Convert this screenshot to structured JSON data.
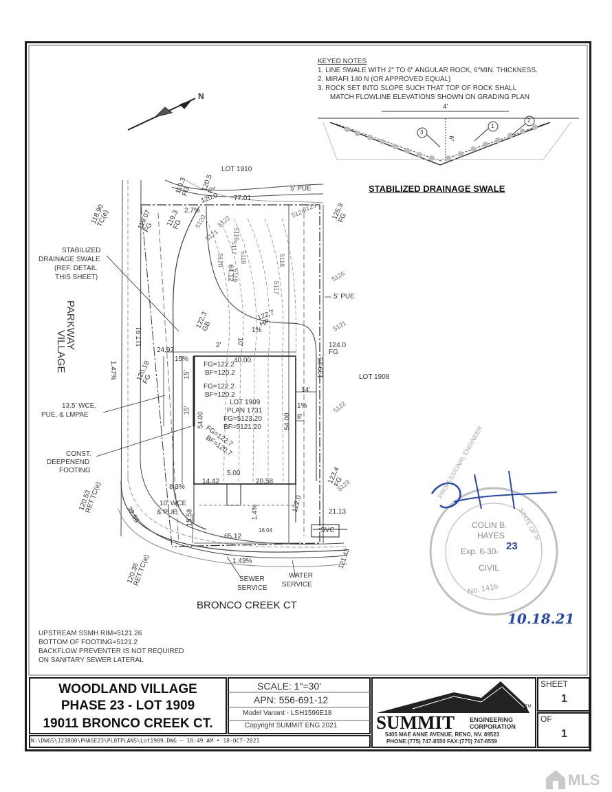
{
  "keyed_notes": {
    "heading": "KEYED NOTES",
    "items": [
      "1.  LINE SWALE WITH 2\" TO 6\" ANGULAR ROCK, 6\"MIN. THICKNESS.",
      "2.  MIRAFI 140 N (OR APPROVED EQUAL)",
      "3.  ROCK SET INTO SLOPE SUCH THAT TOP OF ROCK SHALL",
      "     MATCH FLOWLINE ELEVATIONS SHOWN ON GRADING PLAN"
    ],
    "width_label": "4'",
    "depth_label": "6\"",
    "callouts": [
      "1",
      "2",
      "3"
    ]
  },
  "detail_title": "STABILIZED DRAINAGE SWALE",
  "north_label": "N",
  "plan": {
    "lot_1910": "LOT 1910",
    "lot_1908": "LOT 1908",
    "street_left": "VILLAGE\nPARKWAY",
    "street_left_l1": "VILLAGE",
    "street_left_l2": "PARKWAY",
    "street_bottom": "BRONCO CREEK CT",
    "lot_label": "LOT 1909",
    "plan_label": "PLAN  1731",
    "fg_label": "FG=5123.20",
    "bf_label": "BF=5121.20",
    "swale_note": [
      "STABILIZED",
      "DRAINAGE SWALE",
      "(REF. DETAIL",
      "THIS SHEET)"
    ],
    "wce_note": [
      "13.5' WCE,",
      "PUE, & LMPAE"
    ],
    "footing_note": [
      "CONST.",
      "DEEPENEND",
      "FOOTING"
    ],
    "wce10_note": [
      "10' WCE",
      "& PUE"
    ],
    "sewer_service": [
      "SEWER",
      "SERVICE"
    ],
    "water_service": [
      "WATER",
      "SERVICE"
    ],
    "pue_top": "5' PUE",
    "pue_right": "5' PUE",
    "svc_label": "SVC",
    "dims": {
      "d7701": "77.01",
      "d6412": "64.12",
      "d2497": "24.97",
      "d4000": "40.00",
      "d13925": "139.25",
      "d5400a": "54.00",
      "d5400b": "54.00",
      "d11791": "117.91",
      "d14": "14'",
      "d8": "8'",
      "d2": "2'",
      "d10": "10'",
      "d15a": "15'",
      "d15b": "15'",
      "d500": "5.00",
      "d1442": "14.42",
      "d2058": "20.58",
      "d6512": "65.12",
      "d1558": "15.58",
      "d2113": "21.13",
      "d3256": "32.56",
      "d1604": "16.04"
    },
    "grades": {
      "g1193": "119.3\nFG",
      "g1205": "120.5\nFL",
      "g1200": "120.0",
      "g11890": "118.90\nTC(e)",
      "g11907": "119.07\nFG",
      "g1193b": "119.3\nFG",
      "g1259": "125.9\nFG",
      "g1223gb": "122.3\nGB",
      "g1227hp": "122.7\nHP",
      "g1240": "124.0\nFG",
      "g12019": "120.19\nFG",
      "g12053": "120.53\nRET.TC(e)",
      "g12036": "120.36\nRET.TC(e)",
      "g1234": "123.4\nFG",
      "g1220": "122.0",
      "g12143": "121.43",
      "fg1222": "FG=122.2",
      "bf1202": "BF=120.2",
      "fg1222b": "FG=122.2",
      "bf1202b": "BF=120.2",
      "fg1227": "FG=122.7",
      "bf1207": "BF=120.7"
    },
    "slopes": {
      "s27": "2.7%",
      "s1a": "1%",
      "s15": "15%",
      "s1b": "1%",
      "s83": "8.3%",
      "s14": "1.4%",
      "s143": "1.43%",
      "s147": "1.47%"
    },
    "contours": [
      "5120",
      "5122",
      "5121",
      "5116",
      "5117",
      "5118",
      "5119",
      "5120",
      "5121",
      "5117",
      "5118",
      "5122",
      "5123",
      "5124",
      "5125",
      "5126"
    ]
  },
  "notes": [
    "UPSTREAM SSMH RIM=5121.26",
    "BOTTOM OF FOOTING=5121.2",
    "BACKFLOW PREVENTER IS NOT REQUIRED",
    "ON SANITARY SEWER LATERAL"
  ],
  "signature": {
    "seal_top": "PROFESSIONAL ENGINEER",
    "seal_state": "STATE OF N",
    "name_line1": "COLIN B.",
    "name_line2": "HAYES",
    "exp": "Exp. 6-30-",
    "exp_year": "23",
    "civil": "CIVIL",
    "number": "No. 1416",
    "date": "10.18.21"
  },
  "title_block": {
    "project_line1": "WOODLAND VILLAGE",
    "project_line2": "PHASE 23 - LOT 1909",
    "project_line3": "19011 BRONCO CREEK CT.",
    "scale": "SCALE:  1\"=30'",
    "apn": "APN:  556-691-12",
    "model": "Model Variant  -  LSH1596E18",
    "copyright": "Copyright  SUMMIT ENG 2021",
    "company": "SUMMIT",
    "company_sub1": "ENGINEERING",
    "company_sub2": "CORPORATION",
    "tm": "TM",
    "address": "5405 MAE ANNE AVENUE, RENO, NV. 89523",
    "phone": "PHONE:(775) 747-8550 FAX:(775) 747-8559",
    "sheet_label": "SHEET",
    "sheet_num": "1",
    "of_label": "OF",
    "of_num": "1"
  },
  "file_path": "N:\\DWGS\\J23800\\PHASE23\\PLOTPLANS\\Lot1909.DWG ~  10:49  AM  •  18-OCT-2021",
  "watermark": "MLS"
}
